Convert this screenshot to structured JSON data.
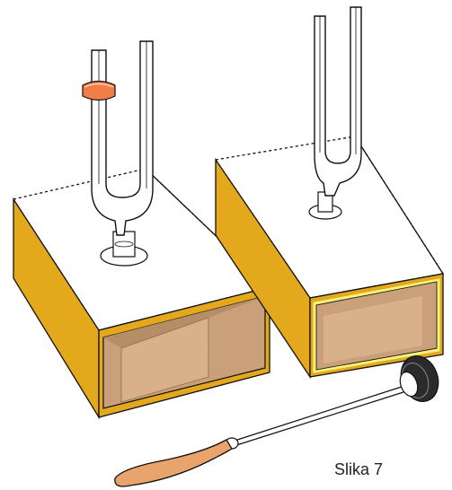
{
  "caption": "Slika 7",
  "colors": {
    "box_side": "#E3A81B",
    "box_top": "#FFFFFF",
    "box_opening": "#C9A079",
    "fork": "#FFFFFF",
    "fork_ring": "#F07E48",
    "mallet_handle": "#E8A46C",
    "outline": "#111111"
  },
  "objects": {
    "left_box": "resonance-box",
    "right_box": "resonance-box",
    "left_fork": "tuning-fork-with-ring",
    "right_fork": "tuning-fork",
    "mallet": "rubber-mallet"
  }
}
